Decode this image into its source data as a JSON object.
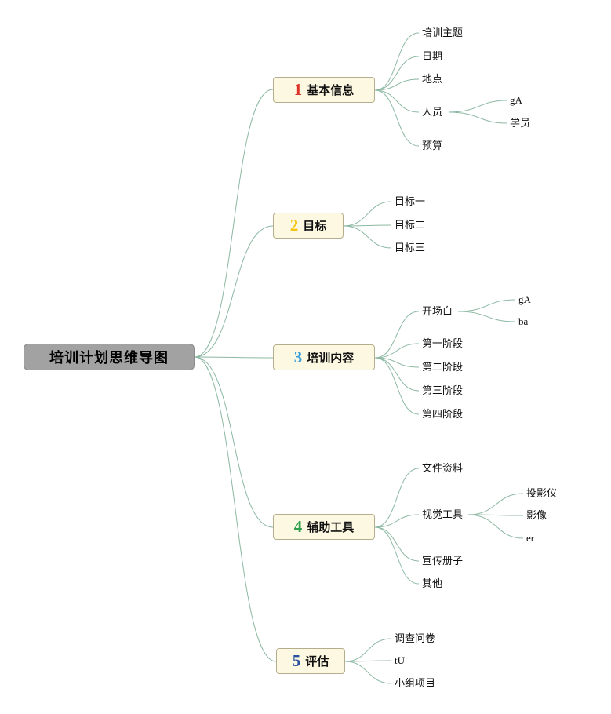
{
  "root": {
    "label": "培训计划思维导图"
  },
  "branches": [
    {
      "number": "1",
      "label": "基本信息",
      "number_color": "#dd3328",
      "children": [
        {
          "label": "培训主题"
        },
        {
          "label": "日期"
        },
        {
          "label": "地点"
        },
        {
          "label": "人员",
          "children": [
            {
              "label": "gA"
            },
            {
              "label": "学员"
            }
          ]
        },
        {
          "label": "预算"
        }
      ]
    },
    {
      "number": "2",
      "label": "目标",
      "number_color": "#f2c514",
      "children": [
        {
          "label": "目标一"
        },
        {
          "label": "目标二"
        },
        {
          "label": "目标三"
        }
      ]
    },
    {
      "number": "3",
      "label": "培训内容",
      "number_color": "#3b9fd9",
      "children": [
        {
          "label": "开场白",
          "children": [
            {
              "label": "gA"
            },
            {
              "label": "ba"
            }
          ]
        },
        {
          "label": "第一阶段"
        },
        {
          "label": "第二阶段"
        },
        {
          "label": "第三阶段"
        },
        {
          "label": "第四阶段"
        }
      ]
    },
    {
      "number": "4",
      "label": "辅助工具",
      "number_color": "#2f9e4d",
      "children": [
        {
          "label": "文件资料"
        },
        {
          "label": "视觉工具",
          "children": [
            {
              "label": "投影仪"
            },
            {
              "label": "影像"
            },
            {
              "label": "er"
            }
          ]
        },
        {
          "label": "宣传册子"
        },
        {
          "label": "其他"
        }
      ]
    },
    {
      "number": "5",
      "label": "评估",
      "number_color": "#29539f",
      "children": [
        {
          "label": "调查问卷"
        },
        {
          "label": "tU"
        },
        {
          "label": "小组项目"
        }
      ]
    }
  ],
  "colors": {
    "connector": "#8cb8a2",
    "root_bg": "#a2a2a2",
    "branch_bg": "#fdf8e1",
    "branch_border": "#b5ae8e"
  }
}
